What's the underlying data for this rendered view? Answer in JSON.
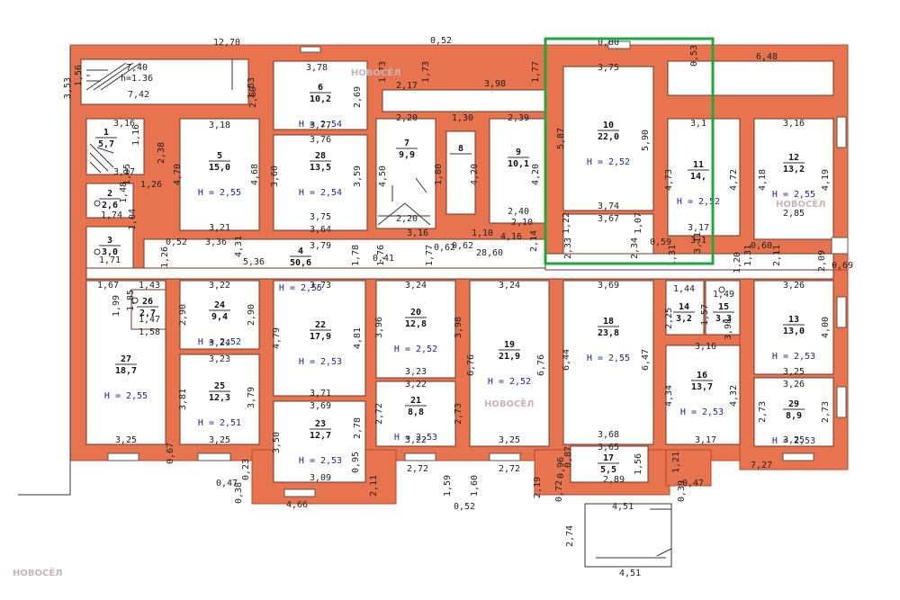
{
  "rooms": [
    {
      "id": "1",
      "area": "5,7",
      "h": ""
    },
    {
      "id": "2",
      "area": "2,6",
      "h": ""
    },
    {
      "id": "3",
      "area": "3,0",
      "h": ""
    },
    {
      "id": "4",
      "area": "50,6",
      "h": "Н = 2,55"
    },
    {
      "id": "5",
      "area": "15,0",
      "h": "Н = 2,55"
    },
    {
      "id": "6",
      "area": "10,2",
      "h": "Н = 2,54"
    },
    {
      "id": "7",
      "area": "9,9",
      "h": ""
    },
    {
      "id": "8",
      "area": "",
      "h": ""
    },
    {
      "id": "9",
      "area": "10,1",
      "h": ""
    },
    {
      "id": "10",
      "area": "22,0",
      "h": "Н = 2,52"
    },
    {
      "id": "11",
      "area": "14,",
      "h": "Н = 2,52"
    },
    {
      "id": "12",
      "area": "13,2",
      "h": "Н = 2,55"
    },
    {
      "id": "13",
      "area": "13,0",
      "h": "Н = 2,53"
    },
    {
      "id": "14",
      "area": "3,2",
      "h": ""
    },
    {
      "id": "15",
      "area": "3,3",
      "h": ""
    },
    {
      "id": "16",
      "area": "13,7",
      "h": "Н = 2,53"
    },
    {
      "id": "17",
      "area": "5,5",
      "h": ""
    },
    {
      "id": "18",
      "area": "23,8",
      "h": "Н = 2,55"
    },
    {
      "id": "19",
      "area": "21,9",
      "h": "Н = 2,52"
    },
    {
      "id": "20",
      "area": "12,8",
      "h": "Н = 2,52"
    },
    {
      "id": "21",
      "area": "8,8",
      "h": "Н = 2,53"
    },
    {
      "id": "22",
      "area": "17,9",
      "h": "Н = 2,53"
    },
    {
      "id": "23",
      "area": "12,7",
      "h": "Н = 2,53"
    },
    {
      "id": "24",
      "area": "9,4",
      "h": "Н = 2,52"
    },
    {
      "id": "25",
      "area": "12,3",
      "h": "Н = 2,51"
    },
    {
      "id": "26",
      "area": "2,7",
      "h": ""
    },
    {
      "id": "27",
      "area": "18,7",
      "h": "Н = 2,55"
    },
    {
      "id": "28",
      "area": "13,5",
      "h": "Н = 2,54"
    },
    {
      "id": "29",
      "area": "8,9",
      "h": "Н = 2,53"
    }
  ],
  "dimensions": [
    "12,70",
    "0,52",
    "6,48",
    "3,53",
    "1,56",
    "7,40",
    "h=1.36",
    "7,42",
    "3,78",
    "1,53",
    "1,73",
    "1,73",
    "1,77",
    "0,80",
    "0,53",
    "3,75",
    "2,69",
    "2,69",
    "2,17",
    "3,98",
    "3,16",
    "1,16",
    "3,18",
    "3,77",
    "3,76",
    "2,20",
    "1,30",
    "2,39",
    "3,1",
    "3,16",
    "2,38",
    "4,70",
    "4,68",
    "3,60",
    "3,59",
    "4,50",
    "1,80",
    "4,20",
    "4,20",
    "5,87",
    "5,90",
    "4,73",
    "4,72",
    "4,18",
    "4,19",
    "3,17",
    "1,05",
    "1,26",
    "1,48",
    "1,74",
    "1,04",
    "3,21",
    "3,75",
    "3,64",
    "2,20",
    "2,40",
    "2,10",
    "3,74",
    "3,67",
    "3,17",
    "2,85",
    "0,52",
    "3,36",
    "4,31",
    "3,79",
    "1,78",
    "1,76",
    "3,16",
    "1,77",
    "1,10",
    "4,16",
    "1,22",
    "1,07",
    "2,33",
    "2,34",
    "0,59",
    "3,1",
    "1,20",
    "2,11",
    "2,09",
    "0,69",
    "1,71",
    "1,26",
    "5,36",
    "0,41",
    "0,62",
    "28,60",
    "0,62",
    "2,14",
    "1,31",
    "3,11",
    "0,60",
    "1,31",
    "1,67",
    "1,43",
    "3,22",
    "3,73",
    "3,24",
    "3,24",
    "3,69",
    "1,44",
    "1,49",
    "3,26",
    "1,99",
    "1,85",
    "1,47",
    "1,58",
    "2,90",
    "2,90",
    "4,79",
    "4,81",
    "3,96",
    "3,98",
    "6,76",
    "6,76",
    "6,44",
    "6,47",
    "2,25",
    "1,57",
    "3,98",
    "4,00",
    "3,16",
    "3,24",
    "3,23",
    "3,71",
    "3,69",
    "3,23",
    "3,22",
    "3,25",
    "3,26",
    "3,81",
    "3,79",
    "3,50",
    "2,78",
    "2,72",
    "2,73",
    "4,34",
    "4,32",
    "2,73",
    "2,73",
    "3,68",
    "3,65",
    "3,25",
    "3,25",
    "3,09",
    "3,22",
    "3,25",
    "3,17",
    "3,25",
    "0,67",
    "0,95",
    "2,72",
    "2,72",
    "2,89",
    "1,56",
    "0,87",
    "1,21",
    "0,47",
    "7,27",
    "0,23",
    "0,47",
    "0,38",
    "4,66",
    "2,11",
    "1,59",
    "1,60",
    "2,19",
    "0,96",
    "0,72",
    "4,51",
    "0,39",
    "0,52",
    "2,74",
    "4,51"
  ],
  "watermark": "НОВОСЁЛ",
  "colors": {
    "wall": "#e8734f",
    "highlight": "#1fa83a",
    "height_text": "#1a2a9a"
  }
}
